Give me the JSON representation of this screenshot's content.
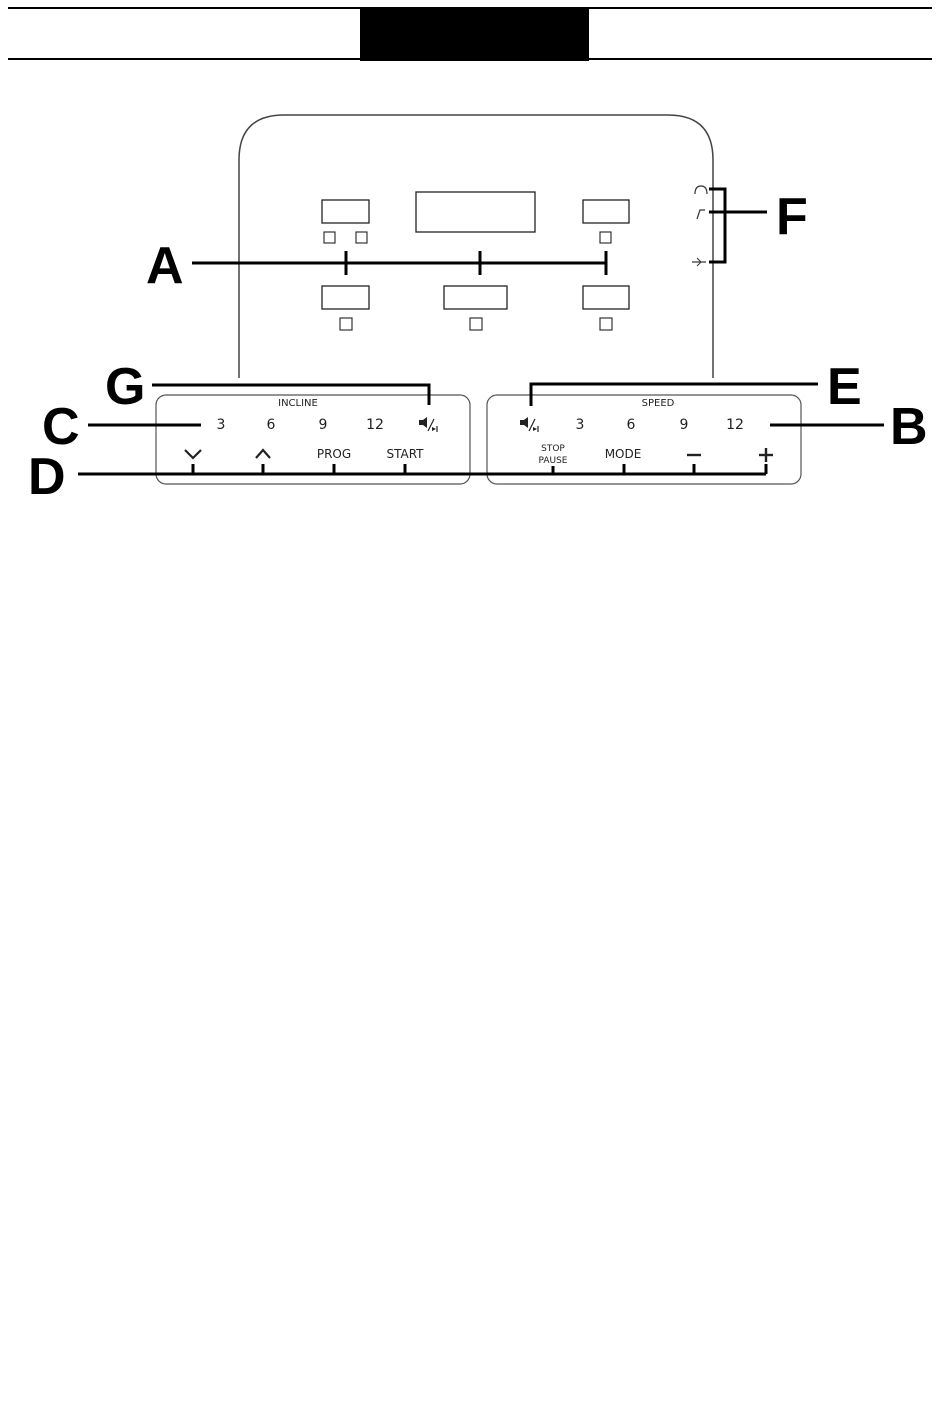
{
  "header": {
    "bar_color": "#000000"
  },
  "callouts": {
    "a": "A",
    "b": "B",
    "c": "C",
    "d": "D",
    "e": "E",
    "f": "F",
    "g": "G"
  },
  "incline_panel": {
    "title": "INCLINE",
    "levels": [
      "3",
      "6",
      "9",
      "12"
    ],
    "buttons": {
      "down_icon": "chevron-down-icon",
      "up_icon": "chevron-up-icon",
      "prog": "PROG",
      "start": "START"
    },
    "audio_icon": "speaker-skip-icon"
  },
  "speed_panel": {
    "title": "SPEED",
    "levels": [
      "3",
      "6",
      "9",
      "12"
    ],
    "buttons": {
      "stop": "STOP",
      "pause": "PAUSE",
      "mode": "MODE",
      "minus": "−",
      "plus": "+"
    },
    "audio_icon": "speaker-skip-icon"
  },
  "ports": [
    "headphone-icon",
    "music-note-icon",
    "usb-icon"
  ]
}
